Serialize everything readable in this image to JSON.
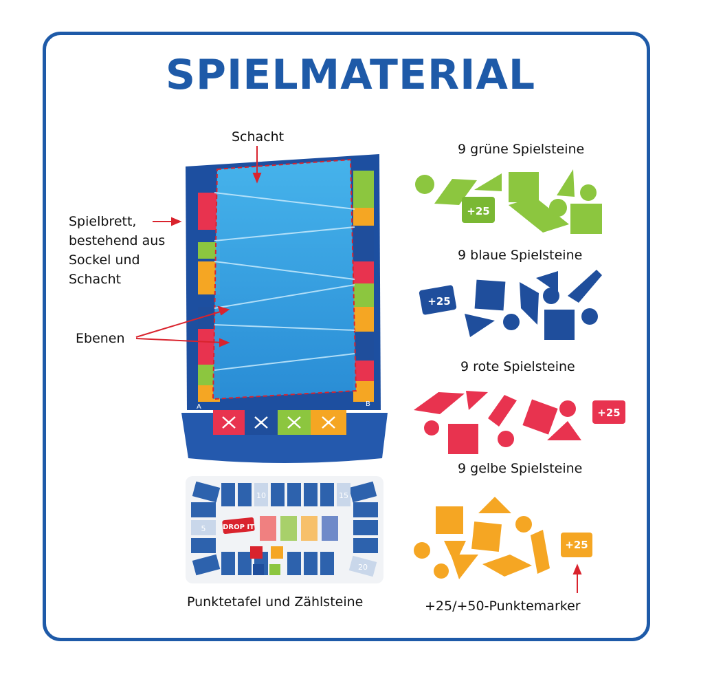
{
  "title": "SPIELMATERIAL",
  "labels": {
    "schacht": "Schacht",
    "spielbrett": [
      "Spielbrett,",
      "bestehend aus",
      "Sockel und",
      "Schacht"
    ],
    "ebenen": "Ebenen",
    "green": "9 grüne Spielsteine",
    "blue": "9 blaue Spielsteine",
    "red": "9 rote Spielsteine",
    "yellow": "9 gelbe Spielsteine",
    "scoreboard": "Punktetafel und Zählsteine",
    "marker": "+25/+50-Punktemarker"
  },
  "marker_text": "+25",
  "board": {
    "corner_left": "A",
    "corner_right": "B",
    "track_numbers": [
      "10",
      "15",
      "5",
      "20"
    ],
    "logo": "DROP IT"
  },
  "colors": {
    "frame": "#1e5aa8",
    "green": "#8cc63f",
    "blue": "#1f4e9c",
    "red": "#e8334f",
    "yellow": "#f5a623",
    "arrow": "#d9232d"
  }
}
